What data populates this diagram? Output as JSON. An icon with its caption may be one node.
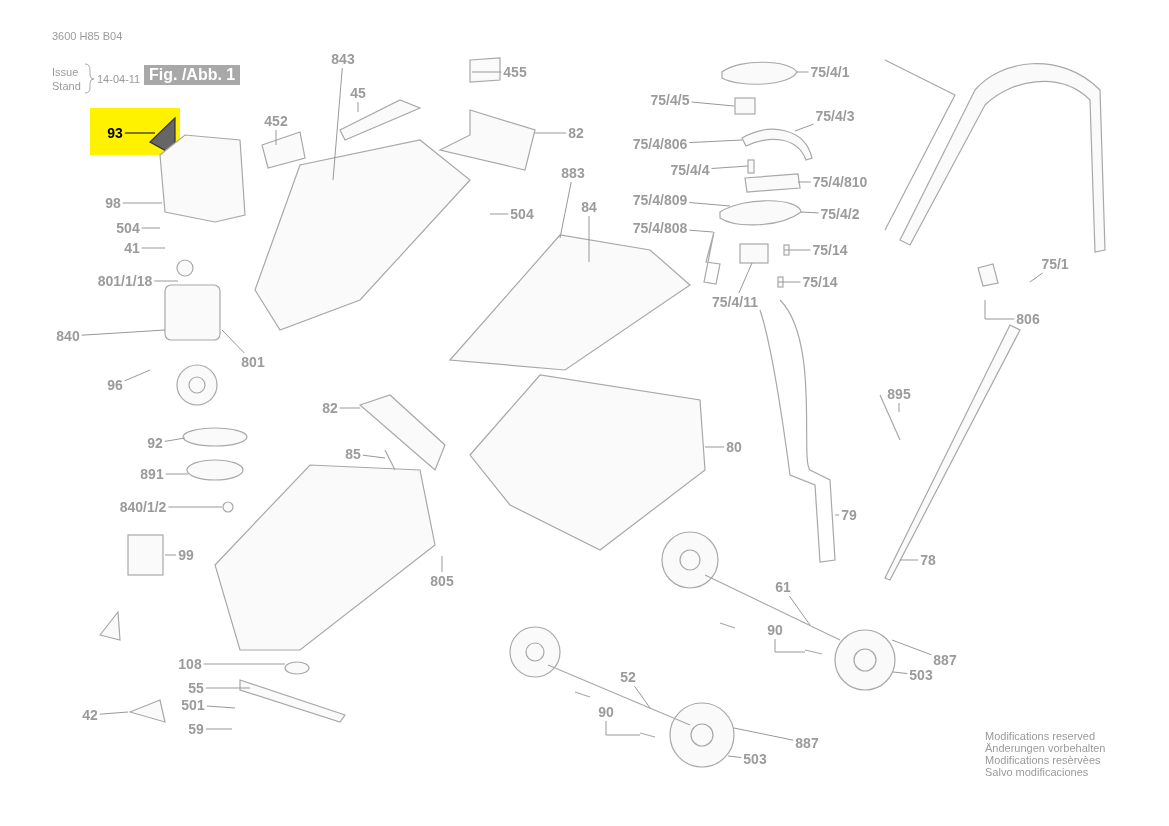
{
  "diagram": {
    "nodes": [
      {
        "text": [
          "93"
        ]
      },
      {
        "text": [
          "452"
        ]
      },
      {
        "text": [
          "843"
        ]
      },
      {
        "text": [
          "45"
        ]
      },
      {
        "text": [
          "455"
        ]
      },
      {
        "text": [
          "82"
        ]
      },
      {
        "text": [
          "98"
        ]
      },
      {
        "text": [
          "504"
        ]
      },
      {
        "text": [
          "41"
        ]
      },
      {
        "text": [
          "504"
        ]
      },
      {
        "text": [
          "883"
        ]
      },
      {
        "text": [
          "84"
        ]
      },
      {
        "text": [
          "801/1/18"
        ]
      },
      {
        "text": [
          "840"
        ]
      },
      {
        "text": [
          "96"
        ]
      },
      {
        "text": [
          "801"
        ]
      },
      {
        "text": [
          "82"
        ]
      },
      {
        "text": [
          "92"
        ]
      },
      {
        "text": [
          "85"
        ]
      },
      {
        "text": [
          "80"
        ]
      },
      {
        "text": [
          "891"
        ]
      },
      {
        "text": [
          "840/1/2"
        ]
      },
      {
        "text": [
          "99"
        ]
      },
      {
        "text": [
          "805"
        ]
      },
      {
        "text": [
          "61"
        ]
      },
      {
        "text": [
          "90"
        ]
      },
      {
        "text": [
          "887"
        ]
      },
      {
        "text": [
          "503"
        ]
      },
      {
        "text": [
          "52"
        ]
      },
      {
        "text": [
          "90"
        ]
      },
      {
        "text": [
          "887"
        ]
      },
      {
        "text": [
          "503"
        ]
      },
      {
        "text": [
          "108"
        ]
      },
      {
        "text": [
          "55"
        ]
      },
      {
        "text": [
          "501"
        ]
      },
      {
        "text": [
          "42"
        ]
      },
      {
        "text": [
          "59"
        ]
      },
      {
        "text": [
          "79"
        ]
      },
      {
        "text": [
          "78"
        ]
      },
      {
        "text": [
          "895"
        ]
      },
      {
        "text": [
          "75/4/1"
        ]
      },
      {
        "text": [
          "75/4/5"
        ]
      },
      {
        "text": [
          "75/4/3"
        ]
      },
      {
        "text": [
          "75/4/806"
        ]
      },
      {
        "text": [
          "75/4/4"
        ]
      },
      {
        "text": [
          "75/4/810"
        ]
      },
      {
        "text": [
          "75/4/809"
        ]
      },
      {
        "text": [
          "75/4/2"
        ]
      },
      {
        "text": [
          "75/4/808"
        ]
      },
      {
        "text": [
          "75/14"
        ]
      },
      {
        "text": [
          "75/14"
        ]
      },
      {
        "text": [
          "75/4/11"
        ]
      },
      {
        "text": [
          "75/1"
        ]
      },
      {
        "text": [
          "806"
        ]
      }
    ],
    "edges": [
      {
        "from": 0,
        "to": null,
        "arrow": "none",
        "color": "#000000"
      },
      {
        "from": 1,
        "to": null,
        "arrow": "none"
      },
      {
        "from": 2,
        "to": null,
        "arrow": "none"
      },
      {
        "from": 3,
        "to": null,
        "arrow": "none"
      },
      {
        "from": 4,
        "to": null,
        "arrow": "none"
      },
      {
        "from": 5,
        "to": null,
        "arrow": "none"
      },
      {
        "from": 6,
        "to": null,
        "arrow": "none"
      },
      {
        "from": 7,
        "to": null,
        "arrow": "none"
      },
      {
        "from": 8,
        "to": null,
        "arrow": "none"
      },
      {
        "from": 9,
        "to": null,
        "arrow": "none"
      },
      {
        "from": 10,
        "to": null,
        "arrow": "none"
      },
      {
        "from": 11,
        "to": null,
        "arrow": "none"
      },
      {
        "from": 12,
        "to": null,
        "arrow": "none"
      },
      {
        "from": 13,
        "to": null,
        "arrow": "none"
      },
      {
        "from": 14,
        "to": null,
        "arrow": "none"
      },
      {
        "from": 15,
        "to": null,
        "arrow": "none"
      },
      {
        "from": 16,
        "to": null,
        "arrow": "none"
      },
      {
        "from": 17,
        "to": null,
        "arrow": "none"
      },
      {
        "from": 18,
        "to": null,
        "arrow": "none"
      },
      {
        "from": 19,
        "to": null,
        "arrow": "none"
      },
      {
        "from": 20,
        "to": null,
        "arrow": "none"
      },
      {
        "from": 21,
        "to": null,
        "arrow": "none"
      },
      {
        "from": 22,
        "to": null,
        "arrow": "none"
      },
      {
        "from": 23,
        "to": null,
        "arrow": "none"
      },
      {
        "from": 24,
        "to": null,
        "arrow": "none"
      },
      {
        "from": 25,
        "to": null,
        "arrow": "none"
      },
      {
        "from": 26,
        "to": null,
        "arrow": "none"
      },
      {
        "from": 27,
        "to": null,
        "arrow": "none"
      },
      {
        "from": 28,
        "to": null,
        "arrow": "none"
      },
      {
        "from": 29,
        "to": null,
        "arrow": "none"
      },
      {
        "from": 30,
        "to": null,
        "arrow": "none"
      },
      {
        "from": 31,
        "to": null,
        "arrow": "none"
      },
      {
        "from": 32,
        "to": null,
        "arrow": "none"
      },
      {
        "from": 33,
        "to": null,
        "arrow": "none"
      },
      {
        "from": 34,
        "to": null,
        "arrow": "none"
      },
      {
        "from": 35,
        "to": null,
        "arrow": "none"
      },
      {
        "from": 36,
        "to": null,
        "arrow": "none"
      },
      {
        "from": 37,
        "to": null,
        "arrow": "none"
      },
      {
        "from": 38,
        "to": null,
        "arrow": "none"
      },
      {
        "from": 39,
        "to": null,
        "arrow": "none"
      },
      {
        "from": 40,
        "to": null,
        "arrow": "none"
      },
      {
        "from": 41,
        "to": null,
        "arrow": "none"
      },
      {
        "from": 42,
        "to": null,
        "arrow": "none"
      },
      {
        "from": 43,
        "to": null,
        "arrow": "none"
      },
      {
        "from": 44,
        "to": null,
        "arrow": "none"
      },
      {
        "from": 45,
        "to": null,
        "arrow": "none"
      },
      {
        "from": 46,
        "to": null,
        "arrow": "none"
      },
      {
        "from": 47,
        "to": null,
        "arrow": "none"
      },
      {
        "from": 48,
        "to": null,
        "arrow": "none"
      },
      {
        "from": 49,
        "to": null,
        "arrow": "none"
      },
      {
        "from": 50,
        "to": null,
        "arrow": "none"
      },
      {
        "from": 51,
        "to": null,
        "arrow": "none"
      },
      {
        "from": 52,
        "to": null,
        "arrow": "none"
      },
      {
        "from": 53,
        "to": null,
        "arrow": "none"
      }
    ],
    "labels": [
      "3600 H85 B04",
      "Issue",
      "Stand",
      "14-04-11",
      "Fig. /Abb. 1",
      "Modifications reserved",
      "Änderungen vorbehalten",
      "Modifications resèrvèes",
      "Salvo modificaciones"
    ]
  }
}
